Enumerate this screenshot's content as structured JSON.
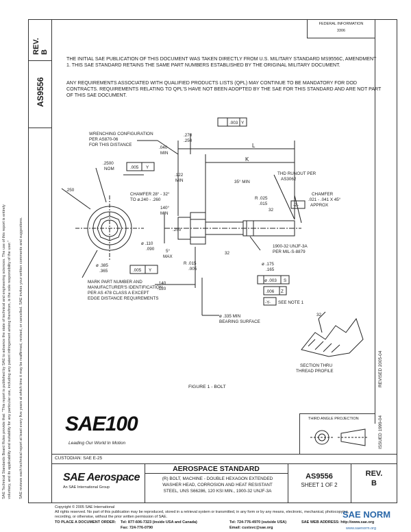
{
  "header": {
    "federal_note_line1": "FEDERAL INFORMATION",
    "federal_note_line2": "3306",
    "rev_label": "REV.",
    "rev_value": "B",
    "doc_number": "AS9556"
  },
  "intro": {
    "paragraph1": "THE INITIAL SAE PUBLICATION OF THIS DOCUMENT WAS TAKEN DIRECTLY FROM U.S. MILITARY STANDARD MS9556C, AMENDMENT 1. THIS SAE STANDARD RETAINS THE SAME PART NUMBERS ESTABLISHED BY THE ORIGINAL MILITARY DOCUMENT.",
    "paragraph2": "ANY REQUIREMENTS ASSOCIATED WITH QUALIFIED PRODUCTS LISTS (QPL) MAY CONTINUE TO BE MANDATORY FOR DOD CONTRACTS. REQUIREMENTS RELATING TO QPL'S HAVE NOT BEEN ADOPTED BY THE SAE FOR THIS STANDARD AND ARE NOT PART OF THIS SAE DOCUMENT."
  },
  "side_notes": {
    "line1": "SAE Technical Standards Board Rules provide that: \"This report is published by SAE to advance the state of technical and engineering sciences. The use of this report is entirely",
    "line2": "voluntary, and its applicability and suitability for any particular use, including any patent infringement arising therefrom, is the sole responsibility of the user.\"",
    "line3": "SAE reviews each technical report at least every five years at which time it may be reaffirmed, revised, or cancelled. SAE invites your written comments and suggestions.",
    "issued": "ISSUED 1999-04",
    "revised": "REVISED 2005-04"
  },
  "drawing": {
    "wrenching_config": "WRENCHING CONFIGURATION",
    "per_as870": "PER AS870-06",
    "for_this_distance": "FOR THIS DISTANCE",
    "dim_270": ".270",
    "dim_250a": ".250",
    "dim_040": ".040",
    "min1": "MIN",
    "dim_2500": ".2500",
    "nom": "NOM",
    "tol_005_y": ".005",
    "datum_y": "Y",
    "dim_250_left": ".250",
    "dim_122": ".122",
    "min2": "MIN",
    "chamfer1a": "CHAMFER 28° - 32°",
    "chamfer1b": "TO ø.240 - .260",
    "angle_140": "140°",
    "min3": "MIN",
    "dim_250_mid": ".250",
    "dim_110": "ø .110",
    "dim_090": ".090",
    "angle_5": "5°",
    "max": "MAX",
    "r_015": "R .015",
    "dim_005": ".005",
    "dim_385": "ø .385",
    "dim_365": ".365",
    "mark_note1": "MARK PART NUMBER AND",
    "mark_note2": "MANUFACTURER'S IDENTIFICATION",
    "mark_note3": "PER AS 478 CLASS A EXCEPT",
    "mark_note4": "EDGE DISTANCE REQUIREMENTS",
    "dim_140": ".140",
    "dim_120": ".120",
    "perp_tol": ".003",
    "perp_datum": "Y",
    "L": "L",
    "K": "K",
    "angle_35": "35° MIN",
    "r_025": "R .025",
    "r_015b": ".015",
    "angle_32": "32",
    "thd_runout1": "THD RUNOUT PER",
    "thd_runout2": "AS3062",
    "chamfer2a": "CHAMFER",
    "chamfer2b": ".021 - .041 X 45°",
    "chamfer2c": "APPROX",
    "datum_z": "-Z-",
    "thread_spec1": "1900-32 UNJF-3A",
    "thread_spec2": "PER MIL-S-8879",
    "angle_32b": "32",
    "dim_175": "ø .175",
    "dim_165": ".165",
    "pos_tol": "ø .003",
    "pos_mod": "S",
    "conc_tol": ".006",
    "conc_datum": "Z",
    "datum_y_box": "-Y-",
    "see_note1": "SEE NOTE 1",
    "dim_335": "ø .335 MIN",
    "bearing_surface": "BEARING SURFACE",
    "section1": "SECTION THRU",
    "section2": "THREAD PROFILE",
    "figure_caption": "FIGURE 1 - BOLT"
  },
  "logo": {
    "text": "SAE100",
    "tagline": "Leading Our World In Motion"
  },
  "projection": {
    "label": "THIRD ANGLE PROJECTION"
  },
  "title_block": {
    "custodian": "CUSTODIAN: SAE E-25",
    "brand": "SAE Aerospace",
    "brand_sub": "An SAE International Group",
    "standard_title": "AEROSPACE STANDARD",
    "desc_line1": "(R) BOLT, MACHINE - DOUBLE HEXAGON EXTENDED",
    "desc_line2": "WASHER HEAD, CORROSION AND HEAT RESISTANT",
    "desc_line3": "STEEL, UNS S66286, 120 KSI MIN., 1900-32 UNJF-3A",
    "doc_number": "AS9556",
    "sheet": "SHEET 1 OF 2",
    "rev_label": "REV.",
    "rev_value": "B"
  },
  "footer": {
    "copyright": "Copyright © 2005 SAE International",
    "rights1": "All rights reserved. No part of this publication may be reproduced, stored in a retrieval system or transmitted, in any form or by any means, electronic, mechanical, photocopying,",
    "rights2": "recording, or otherwise, without the prior written permission of SAE.",
    "order": "TO PLACE A DOCUMENT ORDER:",
    "tel1": "Tel: 877-606-7323 (inside USA and Canada)",
    "tel2": "Tel: 724-776-4970 (outside USA)",
    "fax": "Fax: 724-776-0790",
    "email": "Email: custsvc@sae.org",
    "web": "SAE WEB ADDRESS: http://www.sae.org",
    "watermark": "SAE NORM",
    "watermark_sub": "www.saenorm.org"
  }
}
